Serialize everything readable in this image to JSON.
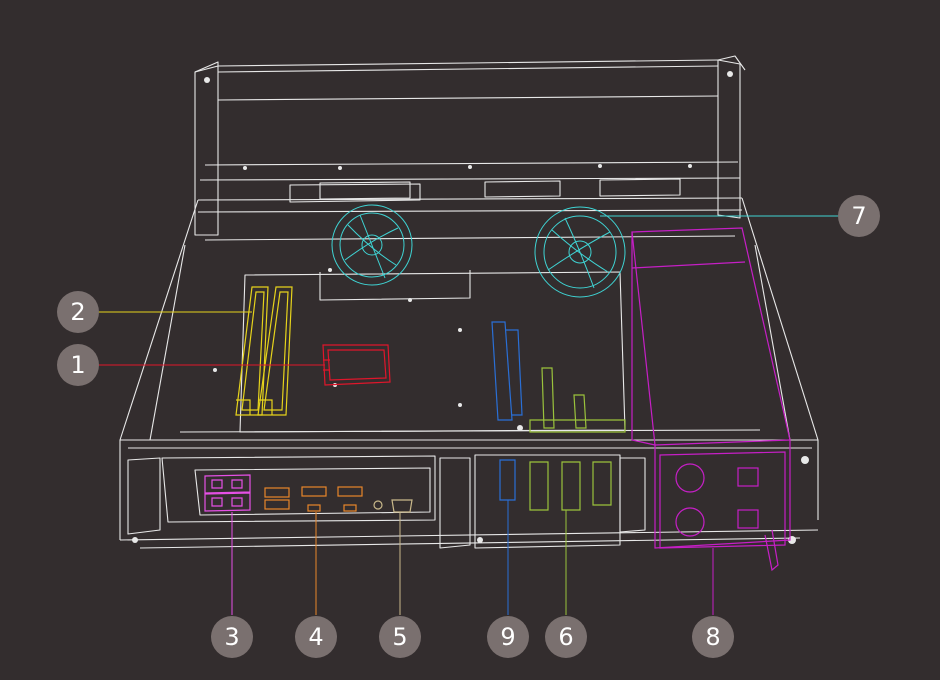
{
  "diagram": {
    "background": "#332d2e",
    "outline_color": "#e8e8e8",
    "bubble_color": "#7a706f",
    "callouts": [
      {
        "id": "1",
        "label": "1",
        "color": "#e0162b",
        "part": "ssd-module"
      },
      {
        "id": "2",
        "label": "2",
        "color": "#e6d31c",
        "part": "memory-slots"
      },
      {
        "id": "3",
        "label": "3",
        "color": "#e650e6",
        "part": "lan-ports"
      },
      {
        "id": "4",
        "label": "4",
        "color": "#e8862a",
        "part": "usb-ports"
      },
      {
        "id": "5",
        "label": "5",
        "color": "#c9b88a",
        "part": "hdmi-port"
      },
      {
        "id": "6",
        "label": "6",
        "color": "#9ac23c",
        "part": "pcie-slots"
      },
      {
        "id": "7",
        "label": "7",
        "color": "#3fd3d3",
        "part": "cooling-fans"
      },
      {
        "id": "8",
        "label": "8",
        "color": "#c61fc6",
        "part": "power-supply"
      },
      {
        "id": "9",
        "label": "9",
        "color": "#2a6fd6",
        "part": "expansion-card"
      }
    ]
  }
}
